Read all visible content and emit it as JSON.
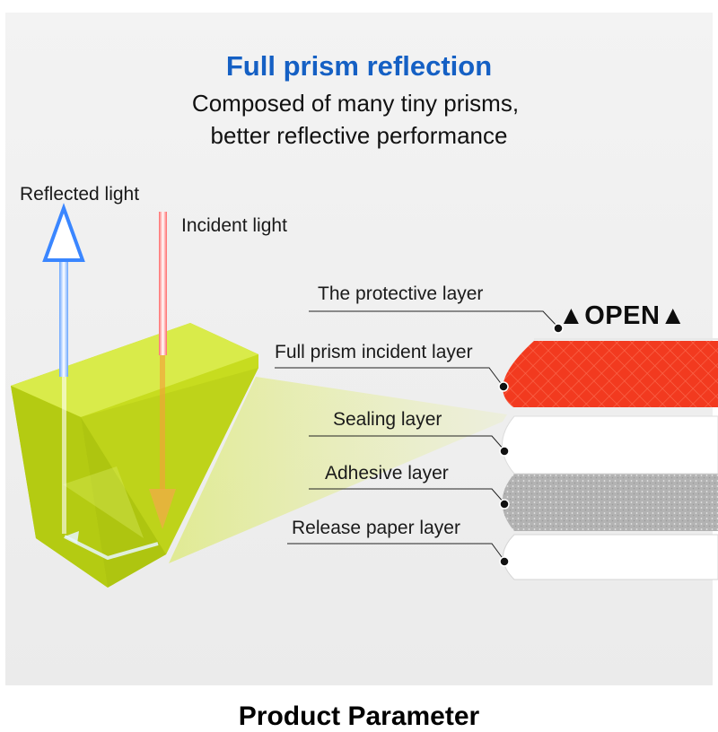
{
  "header": {
    "title": "Full prism reflection",
    "subtitle_line1": "Composed of many tiny prisms,",
    "subtitle_line2": "better reflective performance"
  },
  "diagram": {
    "reflected_light": "Reflected light",
    "incident_light": "Incident light",
    "open_label": "▲OPEN▲",
    "layers": [
      "The protective layer",
      "Full prism incident layer",
      "Sealing layer",
      "Adhesive layer",
      "Release paper layer"
    ]
  },
  "colors": {
    "title": "#1560c4",
    "prism": "#c6dc1e",
    "reflective_layer": "#f0361c",
    "adhesive_layer": "#a9a9a9",
    "reflected_arrow": "#2f7cff",
    "incident_arrow": "#ff3b3b"
  },
  "footer": {
    "section_title": "Product Parameter"
  }
}
